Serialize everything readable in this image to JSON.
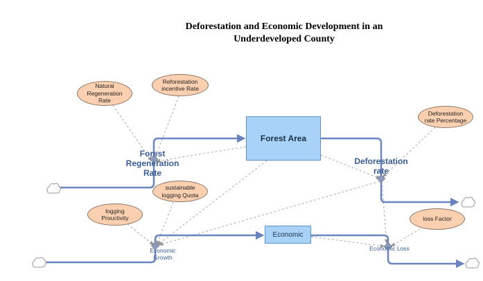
{
  "title": "Deforestation and Economic Development in an\nUnderdeveloped County",
  "stocks": {
    "forest_area": "Forest Area",
    "economic": "Economic"
  },
  "flows": {
    "forest_regeneration_rate": "Forest\nRegeneration\nRate",
    "deforestation_rate": "Deforestation\nrate",
    "economic_growth": "Economic\nGrowth",
    "economic_loss": "Economic Loss"
  },
  "auxiliaries": {
    "natural_regeneration_rate": "Natural\nRegeneration\nRate",
    "reforestation_incentive_rate": "Reforestation\nincentive Rate",
    "deforestation_rate_percentage": "Deforestation\nrate Percentage",
    "sustainable_logging_quota": "sustainable\nlogging Quota",
    "logging_productivity": "logging\nProuctivity",
    "loss_factor": "loss Factor"
  },
  "colors": {
    "stock_fill": "#a9d2f8",
    "aux_fill": "#fbd0b0",
    "flow_pipe": "#6b84c0",
    "link": "#a9a9a9",
    "label": "#3a5c96"
  },
  "icons": [
    "cloud-icon",
    "arrowhead-icon"
  ]
}
